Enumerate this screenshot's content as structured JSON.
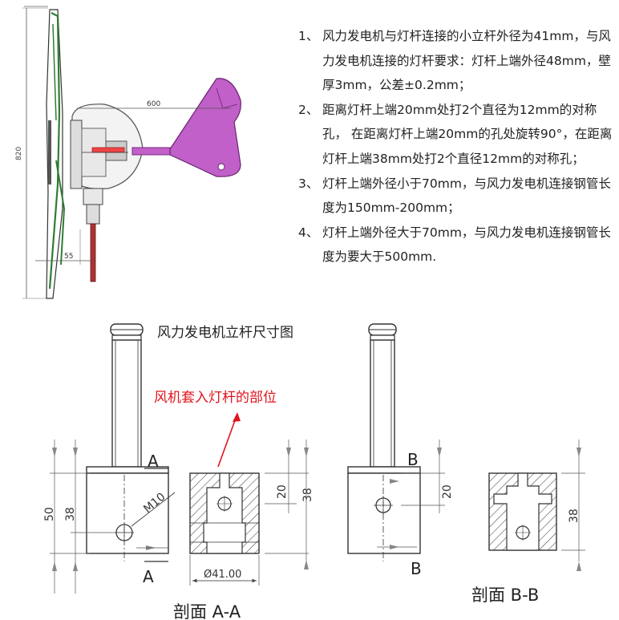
{
  "turbine": {
    "dim_tail_length": "600",
    "dim_height": "820",
    "dim_mast": "55"
  },
  "notes": [
    {
      "num": "1、",
      "text": "风力发电机与灯杆连接的小立杆外径为41mm，与风力发电机连接的灯杆要求：灯杆上端外径48mm，壁厚3mm，公差±0.2mm；"
    },
    {
      "num": "2、",
      "text": "距离灯杆上端20mm处打2个直径为12mm的对称孔， 在距离灯杆上端20mm的孔处旋转90°，在距离灯杆上端38mm处打2个直径12mm的对称孔；"
    },
    {
      "num": "3、",
      "text": "灯杆上端外径小于70mm，与风力发电机连接钢管长度为150mm-200mm；"
    },
    {
      "num": "4、",
      "text": "灯杆上端外径大于70mm，与风力发电机连接钢管长度为要大于500mm."
    }
  ],
  "drawing": {
    "title": "风力发电机立杆尺寸图",
    "annotation": "风机套入灯杆的部位",
    "annotation_color": "#e0141c",
    "left_view": {
      "dim_outer": "50",
      "dim_inner": "38",
      "thread_label": "M10",
      "marker_top": "A",
      "marker_bottom": "A"
    },
    "section_aa": {
      "dim_20": "20",
      "dim_38": "38",
      "diameter": "Ø41.00",
      "caption": "剖面 A-A"
    },
    "right_view": {
      "dim_20": "20",
      "marker_top": "B",
      "marker_bottom": "B"
    },
    "section_bb": {
      "dim_38": "38",
      "caption": "剖面 B-B"
    }
  },
  "colors": {
    "tail_fin": "#c060c8",
    "blade": "#2e7d32",
    "drawing_line": "#333333"
  }
}
